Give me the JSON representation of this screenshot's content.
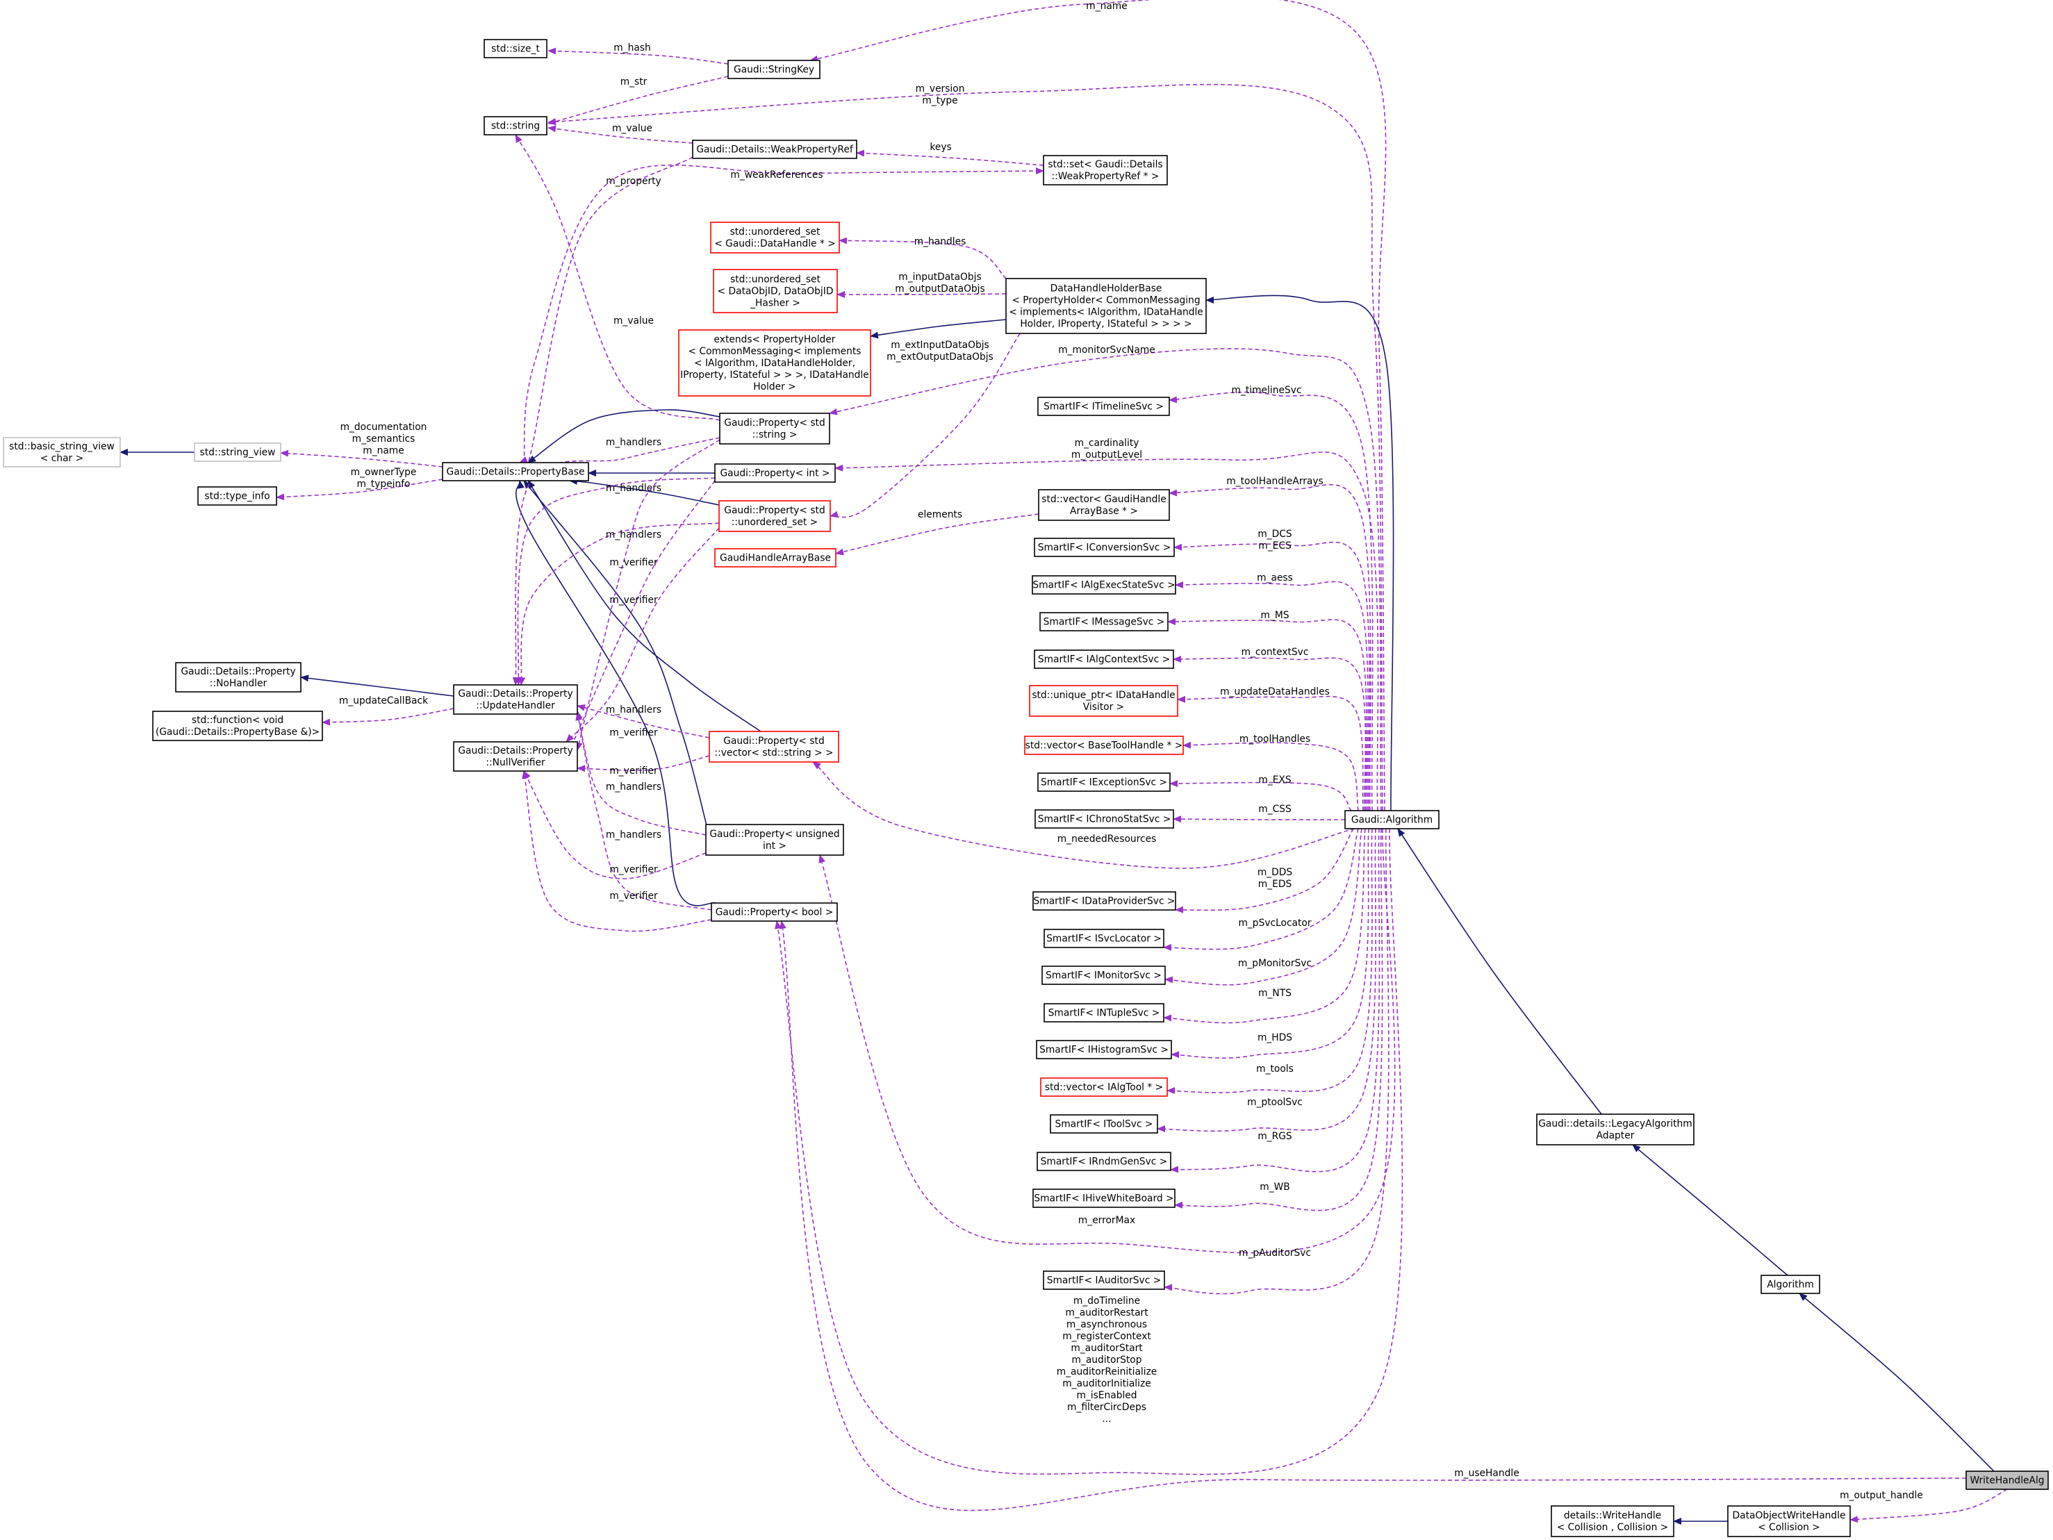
{
  "colors": {
    "inheritance_edge": "#191970",
    "usage_edge": "#9a32cd",
    "node_border_default": "#000000",
    "node_border_incomplete": "#ff0000",
    "node_border_external": "#bfbfbf",
    "node_fill_default": "#ffffff",
    "node_fill_root": "#bfbfbf"
  },
  "nodes": {
    "std_size_t": {
      "lines": [
        "std::size_t"
      ],
      "kind": "default"
    },
    "std_string": {
      "lines": [
        "std::string"
      ],
      "kind": "default"
    },
    "gaudi_stringkey": {
      "lines": [
        "Gaudi::StringKey"
      ],
      "kind": "default"
    },
    "weakpropertyref": {
      "lines": [
        "Gaudi::Details::WeakPropertyRef"
      ],
      "kind": "default"
    },
    "set_weakpropertyref": {
      "lines": [
        "std::set< Gaudi::Details",
        "::WeakPropertyRef * >"
      ],
      "kind": "default"
    },
    "uset_datahandle": {
      "lines": [
        "std::unordered_set",
        "< Gaudi::DataHandle * >"
      ],
      "kind": "incomplete"
    },
    "uset_dataobjid": {
      "lines": [
        "std::unordered_set",
        "< DataObjID, DataObjID",
        "_Hasher >"
      ],
      "kind": "incomplete"
    },
    "extends_propertyholder": {
      "lines": [
        "extends< PropertyHolder",
        "< CommonMessaging< implements",
        "< IAlgorithm, IDataHandleHolder,",
        "IProperty, IStateful > > >, IDataHandle",
        "Holder >"
      ],
      "kind": "incomplete"
    },
    "datahandleholderbase": {
      "lines": [
        "DataHandleHolderBase",
        "< PropertyHolder< CommonMessaging",
        "< implements< IAlgorithm, IDataHandle",
        "Holder, IProperty, IStateful > > > >"
      ],
      "kind": "default"
    },
    "basic_string_view": {
      "lines": [
        "std::basic_string_view",
        "< char >"
      ],
      "kind": "external"
    },
    "string_view": {
      "lines": [
        "std::string_view"
      ],
      "kind": "external"
    },
    "type_info": {
      "lines": [
        "std::type_info"
      ],
      "kind": "default"
    },
    "propertybase": {
      "lines": [
        "Gaudi::Details::PropertyBase"
      ],
      "kind": "default"
    },
    "property_string": {
      "lines": [
        "Gaudi::Property< std",
        "::string >"
      ],
      "kind": "default"
    },
    "property_int": {
      "lines": [
        "Gaudi::Property< int >"
      ],
      "kind": "default"
    },
    "property_uset": {
      "lines": [
        "Gaudi::Property< std",
        "::unordered_set >"
      ],
      "kind": "incomplete"
    },
    "gaudihandlearraybase": {
      "lines": [
        "GaudiHandleArrayBase"
      ],
      "kind": "incomplete"
    },
    "nohandler": {
      "lines": [
        "Gaudi::Details::Property",
        "::NoHandler"
      ],
      "kind": "default"
    },
    "std_function": {
      "lines": [
        "std::function< void",
        "(Gaudi::Details::PropertyBase &)>"
      ],
      "kind": "default"
    },
    "updatehandler": {
      "lines": [
        "Gaudi::Details::Property",
        "::UpdateHandler"
      ],
      "kind": "default"
    },
    "nullverifier": {
      "lines": [
        "Gaudi::Details::Property",
        "::NullVerifier"
      ],
      "kind": "default"
    },
    "property_vector_string": {
      "lines": [
        "Gaudi::Property< std",
        "::vector< std::string > >"
      ],
      "kind": "incomplete"
    },
    "property_uint": {
      "lines": [
        "Gaudi::Property< unsigned",
        "int >"
      ],
      "kind": "default"
    },
    "property_bool": {
      "lines": [
        "Gaudi::Property< bool >"
      ],
      "kind": "default"
    },
    "smartif_itimelinesvc": {
      "lines": [
        "SmartIF< ITimelineSvc >"
      ],
      "kind": "default"
    },
    "vector_gaudihandlearraybase": {
      "lines": [
        "std::vector< GaudiHandle",
        "ArrayBase * >"
      ],
      "kind": "default"
    },
    "smartif_iconversionsvc": {
      "lines": [
        "SmartIF< IConversionSvc >"
      ],
      "kind": "default"
    },
    "smartif_ialgexecstatesvc": {
      "lines": [
        "SmartIF< IAlgExecStateSvc >"
      ],
      "kind": "default"
    },
    "smartif_imessagesvc": {
      "lines": [
        "SmartIF< IMessageSvc >"
      ],
      "kind": "default"
    },
    "smartif_ialgcontextsvc": {
      "lines": [
        "SmartIF< IAlgContextSvc >"
      ],
      "kind": "default"
    },
    "uniqueptr_idatahandlevisitor": {
      "lines": [
        "std::unique_ptr< IDataHandle",
        "Visitor >"
      ],
      "kind": "incomplete"
    },
    "vector_basetoolhandle": {
      "lines": [
        "std::vector< BaseToolHandle * >"
      ],
      "kind": "incomplete"
    },
    "smartif_iexceptionsvc": {
      "lines": [
        "SmartIF< IExceptionSvc >"
      ],
      "kind": "default"
    },
    "smartif_ichronostatsvc": {
      "lines": [
        "SmartIF< IChronoStatSvc >"
      ],
      "kind": "default"
    },
    "gaudi_algorithm": {
      "lines": [
        "Gaudi::Algorithm"
      ],
      "kind": "default"
    },
    "smartif_idataprovidersvc": {
      "lines": [
        "SmartIF< IDataProviderSvc >"
      ],
      "kind": "default"
    },
    "smartif_isvclocator": {
      "lines": [
        "SmartIF< ISvcLocator >"
      ],
      "kind": "default"
    },
    "smartif_imonitorsvc": {
      "lines": [
        "SmartIF< IMonitorSvc >"
      ],
      "kind": "default"
    },
    "smartif_intuplesvc": {
      "lines": [
        "SmartIF< INTupleSvc >"
      ],
      "kind": "default"
    },
    "smartif_ihistogramsvc": {
      "lines": [
        "SmartIF< IHistogramSvc >"
      ],
      "kind": "default"
    },
    "vector_ialgtool": {
      "lines": [
        "std::vector< IAlgTool * >"
      ],
      "kind": "incomplete"
    },
    "smartif_itoolsvc": {
      "lines": [
        "SmartIF< IToolSvc >"
      ],
      "kind": "default"
    },
    "smartif_irndmgensvc": {
      "lines": [
        "SmartIF< IRndmGenSvc >"
      ],
      "kind": "default"
    },
    "smartif_ihivewhiteboard": {
      "lines": [
        "SmartIF< IHiveWhiteBoard >"
      ],
      "kind": "default"
    },
    "smartif_iauditorsvc": {
      "lines": [
        "SmartIF< IAuditorSvc >"
      ],
      "kind": "default"
    },
    "legacyalgorithmadapter": {
      "lines": [
        "Gaudi::details::LegacyAlgorithm",
        "Adapter"
      ],
      "kind": "default"
    },
    "algorithm": {
      "lines": [
        "Algorithm"
      ],
      "kind": "default"
    },
    "writehandlealg": {
      "lines": [
        "WriteHandleAlg"
      ],
      "kind": "root"
    },
    "details_writehandle": {
      "lines": [
        "details::WriteHandle",
        "< Collision , Collision >"
      ],
      "kind": "default"
    },
    "dataobjectwritehandle": {
      "lines": [
        "DataObjectWriteHandle",
        "< Collision >"
      ],
      "kind": "default"
    }
  },
  "edges": [
    {
      "from": "gaudi_stringkey",
      "to": "std_size_t",
      "type": "usage",
      "label": [
        "m_hash"
      ]
    },
    {
      "from": "gaudi_stringkey",
      "to": "std_string",
      "type": "usage",
      "label": [
        "m_str"
      ]
    },
    {
      "from": "gaudi_algorithm",
      "to": "gaudi_stringkey",
      "type": "usage",
      "label": [
        "m_name"
      ]
    },
    {
      "from": "gaudi_algorithm",
      "to": "std_string",
      "type": "usage",
      "label": [
        "m_version",
        "m_type"
      ]
    },
    {
      "from": "weakpropertyref",
      "to": "std_string",
      "type": "usage",
      "label": [
        "m_value"
      ]
    },
    {
      "from": "set_weakpropertyref",
      "to": "weakpropertyref",
      "type": "usage",
      "label": [
        "keys"
      ]
    },
    {
      "from": "weakpropertyref",
      "to": "propertybase",
      "type": "usage",
      "label": [
        "m_property"
      ]
    },
    {
      "from": "propertybase",
      "to": "set_weakpropertyref",
      "type": "usage",
      "label": [
        "m_weakReferences"
      ]
    },
    {
      "from": "property_string",
      "to": "std_string",
      "type": "usage",
      "label": [
        "m_value"
      ]
    },
    {
      "from": "datahandleholderbase",
      "to": "uset_datahandle",
      "type": "usage",
      "label": [
        "m_handles"
      ]
    },
    {
      "from": "datahandleholderbase",
      "to": "uset_dataobjid",
      "type": "usage",
      "label": [
        "m_inputDataObjs",
        "m_outputDataObjs"
      ]
    },
    {
      "from": "datahandleholderbase",
      "to": "extends_propertyholder",
      "type": "inherit",
      "label": []
    },
    {
      "from": "gaudi_algorithm",
      "to": "datahandleholderbase",
      "type": "inherit",
      "label": []
    },
    {
      "from": "datahandleholderbase",
      "to": "property_uset",
      "type": "usage",
      "label": [
        "m_extInputDataObjs",
        "m_extOutputDataObjs"
      ]
    },
    {
      "from": "gaudi_algorithm",
      "to": "property_string",
      "type": "usage",
      "label": [
        "m_monitorSvcName"
      ]
    },
    {
      "from": "string_view",
      "to": "basic_string_view",
      "type": "inherit",
      "label": []
    },
    {
      "from": "propertybase",
      "to": "string_view",
      "type": "usage",
      "label": [
        "m_documentation",
        "m_semantics",
        "m_name"
      ]
    },
    {
      "from": "propertybase",
      "to": "type_info",
      "type": "usage",
      "label": [
        "m_ownerType",
        "m_typeinfo"
      ]
    },
    {
      "from": "property_string",
      "to": "propertybase",
      "type": "inherit",
      "label": []
    },
    {
      "from": "property_int",
      "to": "propertybase",
      "type": "inherit",
      "label": []
    },
    {
      "from": "property_uset",
      "to": "propertybase",
      "type": "inherit",
      "label": []
    },
    {
      "from": "property_vector_string",
      "to": "propertybase",
      "type": "inherit",
      "label": []
    },
    {
      "from": "property_uint",
      "to": "propertybase",
      "type": "inherit",
      "label": []
    },
    {
      "from": "property_bool",
      "to": "propertybase",
      "type": "inherit",
      "label": []
    },
    {
      "from": "gaudi_algorithm",
      "to": "property_int",
      "type": "usage",
      "label": [
        "m_cardinality",
        "m_outputLevel"
      ]
    },
    {
      "from": "gaudi_algorithm",
      "to": "smartif_itimelinesvc",
      "type": "usage",
      "label": [
        "m_timelineSvc"
      ]
    },
    {
      "from": "gaudi_algorithm",
      "to": "vector_gaudihandlearraybase",
      "type": "usage",
      "label": [
        "m_toolHandleArrays"
      ]
    },
    {
      "from": "vector_gaudihandlearraybase",
      "to": "gaudihandlearraybase",
      "type": "usage",
      "label": [
        "elements"
      ]
    },
    {
      "from": "updatehandler",
      "to": "nohandler",
      "type": "inherit",
      "label": []
    },
    {
      "from": "updatehandler",
      "to": "std_function",
      "type": "usage",
      "label": [
        "m_updateCallBack"
      ]
    },
    {
      "from": "property_string",
      "to": "updatehandler",
      "type": "usage",
      "label": [
        "m_handlers"
      ]
    },
    {
      "from": "property_int",
      "to": "updatehandler",
      "type": "usage",
      "label": [
        "m_handlers"
      ]
    },
    {
      "from": "property_uset",
      "to": "updatehandler",
      "type": "usage",
      "label": [
        "m_handlers"
      ]
    },
    {
      "from": "property_vector_string",
      "to": "updatehandler",
      "type": "usage",
      "label": [
        "m_handlers"
      ]
    },
    {
      "from": "property_uint",
      "to": "updatehandler",
      "type": "usage",
      "label": [
        "m_handlers"
      ]
    },
    {
      "from": "property_bool",
      "to": "updatehandler",
      "type": "usage",
      "label": [
        "m_handlers"
      ]
    },
    {
      "from": "property_string",
      "to": "nullverifier",
      "type": "usage",
      "label": [
        "m_verifier"
      ]
    },
    {
      "from": "property_int",
      "to": "nullverifier",
      "type": "usage",
      "label": [
        "m_verifier"
      ]
    },
    {
      "from": "property_uset",
      "to": "nullverifier",
      "type": "usage",
      "label": [
        "m_verifier"
      ]
    },
    {
      "from": "property_vector_string",
      "to": "nullverifier",
      "type": "usage",
      "label": [
        "m_verifier"
      ]
    },
    {
      "from": "property_uint",
      "to": "nullverifier",
      "type": "usage",
      "label": [
        "m_verifier"
      ]
    },
    {
      "from": "property_bool",
      "to": "nullverifier",
      "type": "usage",
      "label": [
        "m_verifier"
      ]
    },
    {
      "from": "gaudi_algorithm",
      "to": "smartif_iconversionsvc",
      "type": "usage",
      "label": [
        "m_DCS",
        "m_ECS"
      ]
    },
    {
      "from": "gaudi_algorithm",
      "to": "smartif_ialgexecstatesvc",
      "type": "usage",
      "label": [
        "m_aess"
      ]
    },
    {
      "from": "gaudi_algorithm",
      "to": "smartif_imessagesvc",
      "type": "usage",
      "label": [
        "m_MS"
      ]
    },
    {
      "from": "gaudi_algorithm",
      "to": "smartif_ialgcontextsvc",
      "type": "usage",
      "label": [
        "m_contextSvc"
      ]
    },
    {
      "from": "gaudi_algorithm",
      "to": "uniqueptr_idatahandlevisitor",
      "type": "usage",
      "label": [
        "m_updateDataHandles"
      ]
    },
    {
      "from": "gaudi_algorithm",
      "to": "vector_basetoolhandle",
      "type": "usage",
      "label": [
        "m_toolHandles"
      ]
    },
    {
      "from": "gaudi_algorithm",
      "to": "smartif_iexceptionsvc",
      "type": "usage",
      "label": [
        "m_EXS"
      ]
    },
    {
      "from": "gaudi_algorithm",
      "to": "smartif_ichronostatsvc",
      "type": "usage",
      "label": [
        "m_CSS"
      ]
    },
    {
      "from": "gaudi_algorithm",
      "to": "property_vector_string",
      "type": "usage",
      "label": [
        "m_neededResources"
      ]
    },
    {
      "from": "gaudi_algorithm",
      "to": "smartif_idataprovidersvc",
      "type": "usage",
      "label": [
        "m_DDS",
        "m_EDS"
      ]
    },
    {
      "from": "gaudi_algorithm",
      "to": "smartif_isvclocator",
      "type": "usage",
      "label": [
        "m_pSvcLocator"
      ]
    },
    {
      "from": "gaudi_algorithm",
      "to": "smartif_imonitorsvc",
      "type": "usage",
      "label": [
        "m_pMonitorSvc"
      ]
    },
    {
      "from": "gaudi_algorithm",
      "to": "smartif_intuplesvc",
      "type": "usage",
      "label": [
        "m_NTS"
      ]
    },
    {
      "from": "gaudi_algorithm",
      "to": "smartif_ihistogramsvc",
      "type": "usage",
      "label": [
        "m_HDS"
      ]
    },
    {
      "from": "gaudi_algorithm",
      "to": "vector_ialgtool",
      "type": "usage",
      "label": [
        "m_tools"
      ]
    },
    {
      "from": "gaudi_algorithm",
      "to": "smartif_itoolsvc",
      "type": "usage",
      "label": [
        "m_ptoolSvc"
      ]
    },
    {
      "from": "gaudi_algorithm",
      "to": "smartif_irndmgensvc",
      "type": "usage",
      "label": [
        "m_RGS"
      ]
    },
    {
      "from": "gaudi_algorithm",
      "to": "smartif_ihivewhiteboard",
      "type": "usage",
      "label": [
        "m_WB"
      ]
    },
    {
      "from": "gaudi_algorithm",
      "to": "property_uint",
      "type": "usage",
      "label": [
        "m_errorMax"
      ]
    },
    {
      "from": "gaudi_algorithm",
      "to": "smartif_iauditorsvc",
      "type": "usage",
      "label": [
        "m_pAuditorSvc"
      ]
    },
    {
      "from": "gaudi_algorithm",
      "to": "property_bool",
      "type": "usage",
      "label": [
        "m_doTimeline",
        "m_auditorRestart",
        "m_asynchronous",
        "m_registerContext",
        "m_auditorStart",
        "m_auditorStop",
        "m_auditorReinitialize",
        "m_auditorInitialize",
        "m_isEnabled",
        "m_filterCircDeps",
        "..."
      ]
    },
    {
      "from": "legacyalgorithmadapter",
      "to": "gaudi_algorithm",
      "type": "inherit",
      "label": []
    },
    {
      "from": "algorithm",
      "to": "legacyalgorithmadapter",
      "type": "inherit",
      "label": []
    },
    {
      "from": "writehandlealg",
      "to": "algorithm",
      "type": "inherit",
      "label": []
    },
    {
      "from": "writehandlealg",
      "to": "property_bool",
      "type": "usage",
      "label": [
        "m_useHandle"
      ]
    },
    {
      "from": "dataobjectwritehandle",
      "to": "details_writehandle",
      "type": "inherit",
      "label": []
    },
    {
      "from": "writehandlealg",
      "to": "dataobjectwritehandle",
      "type": "usage",
      "label": [
        "m_output_handle"
      ]
    }
  ]
}
